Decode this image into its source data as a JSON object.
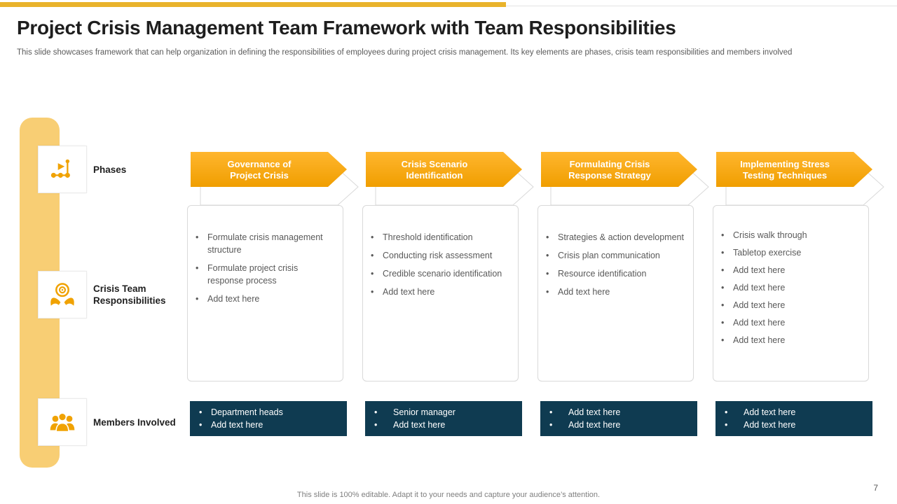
{
  "colors": {
    "top_bar": "#E9B32B",
    "side_rail": "#F8CE74",
    "accent_amber": "#F0A202",
    "arrow_top": "#FFB62E",
    "arrow_bottom": "#F09E00",
    "navy": "#0F3B51",
    "box_border": "#D9D9D9",
    "body_text": "#595959"
  },
  "slide": {
    "title": "Project Crisis Management Team Framework with Team Responsibilities",
    "subtitle": "This slide showcases framework that can help organization in defining the responsibilities of employees during project crisis management. Its key elements are phases, crisis team responsibilities and members involved",
    "footer": "This slide is 100% editable. Adapt it to your needs and capture your audience’s attention.",
    "page_number": "7"
  },
  "rows": [
    {
      "label": "Phases",
      "icon": "milestone-chart-icon"
    },
    {
      "label": "Crisis Team Responsibilities",
      "icon": "hands-holding-target-icon"
    },
    {
      "label": "Members Involved",
      "icon": "people-group-icon"
    }
  ],
  "columns": [
    {
      "header_line1": "Governance of",
      "header_line2": "Project Crisis",
      "responsibilities": [
        "Formulate crisis management structure",
        "Formulate project crisis response process",
        "Add text here"
      ],
      "members": [
        "Department heads",
        "Add text here"
      ]
    },
    {
      "header_line1": "Crisis Scenario",
      "header_line2": "Identification",
      "responsibilities": [
        "Threshold identification",
        "Conducting risk assessment",
        "Credible scenario identification",
        "Add text here"
      ],
      "members": [
        "Senior manager",
        "Add text here"
      ]
    },
    {
      "header_line1": "Formulating Crisis",
      "header_line2": "Response Strategy",
      "responsibilities": [
        "Strategies & action development",
        "Crisis plan communication",
        "Resource identification",
        "Add text here"
      ],
      "members": [
        "Add text here",
        "Add text here"
      ]
    },
    {
      "header_line1": "Implementing Stress",
      "header_line2": "Testing Techniques",
      "responsibilities": [
        "Crisis walk through",
        "Tabletop exercise",
        "Add text here",
        "Add text here",
        "Add text here",
        "Add text here",
        "Add text here"
      ],
      "members": [
        "Add text here",
        "Add text here"
      ]
    }
  ]
}
